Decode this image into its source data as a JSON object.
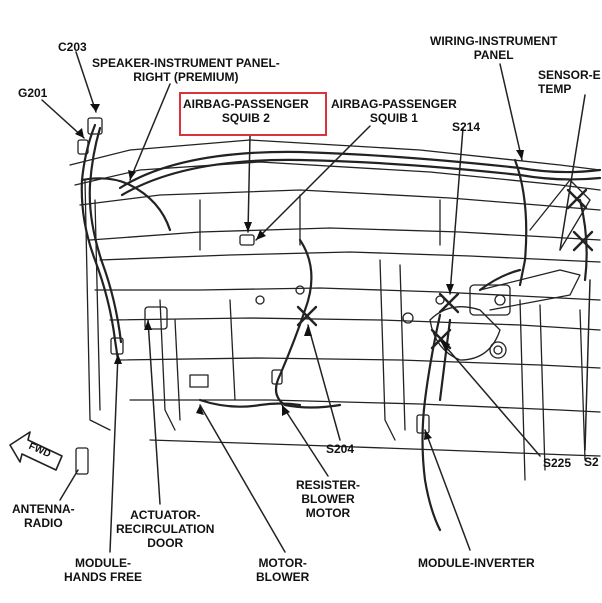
{
  "labels": {
    "c203": "C203",
    "g201": "G201",
    "speaker": "SPEAKER-INSTRUMENT PANEL-\nRIGHT (PREMIUM)",
    "airbag2": "AIRBAG-PASSENGER\nSQUIB 2",
    "airbag1": "AIRBAG-PASSENGER\nSQUIB 1",
    "wiring": "WIRING-INSTRUMENT\nPANEL",
    "sensor": "SENSOR-E\nTEMP",
    "s214": "S214",
    "s204": "S204",
    "s225": "S225",
    "s2": "S2",
    "fwd": "FWD",
    "antenna": "ANTENNA-\nRADIO",
    "actuator": "ACTUATOR-\nRECIRCULATION\nDOOR",
    "module_hf": "MODULE-\nHANDS FREE",
    "motor": "MOTOR-\nBLOWER",
    "resister": "RESISTER-\nBLOWER\nMOTOR",
    "inverter": "MODULE-INVERTER"
  },
  "colors": {
    "ink": "#111111",
    "highlight": "#d9343a"
  }
}
